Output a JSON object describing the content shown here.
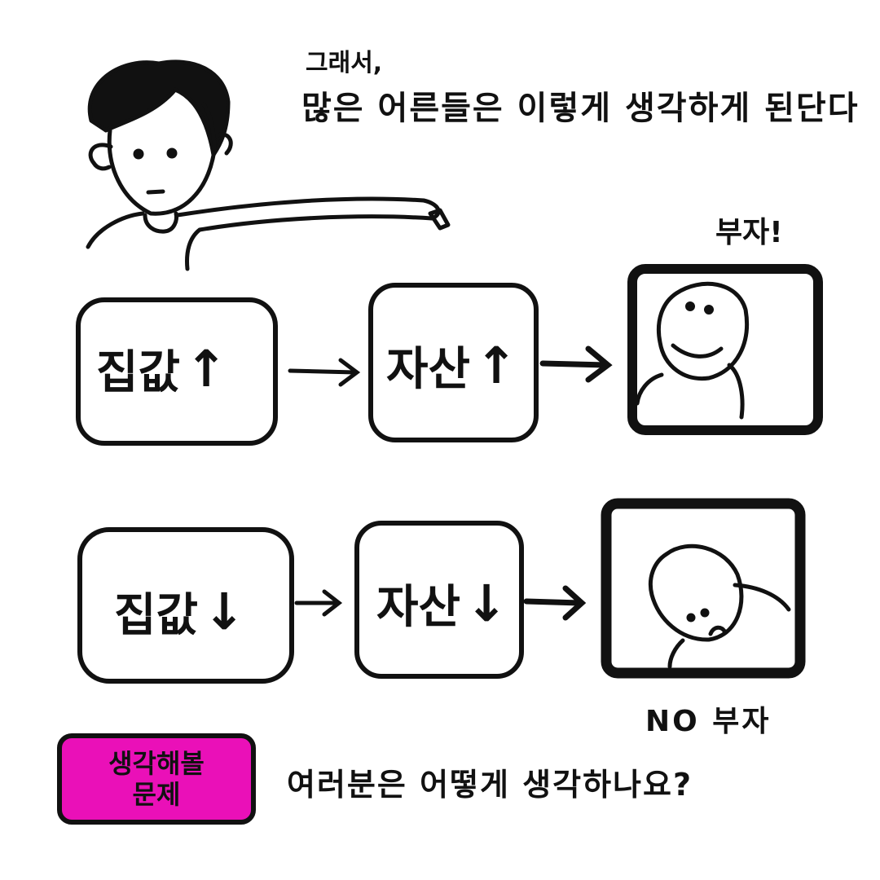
{
  "narration": {
    "line1": "그래서,",
    "line2": "많은 어른들은  이렇게  생각하게 된단다"
  },
  "row_up": {
    "box1_label": "집값",
    "box1_arrow": "↑",
    "box2_label": "자산",
    "box2_arrow": "↑",
    "result_label": "부자!"
  },
  "row_down": {
    "box1_label": "집값",
    "box1_arrow": "↓",
    "box2_label": "자산",
    "box2_arrow": "↓",
    "result_label": "NO 부자"
  },
  "badge": {
    "line1": "생각해볼",
    "line2": "문제",
    "color": "#ea10b8"
  },
  "question": "여러분은 어떻게 생각하나요?",
  "icons": [
    "man-pointing-illustration",
    "smiling-face-icon",
    "sad-face-icon",
    "right-arrow-icon"
  ]
}
